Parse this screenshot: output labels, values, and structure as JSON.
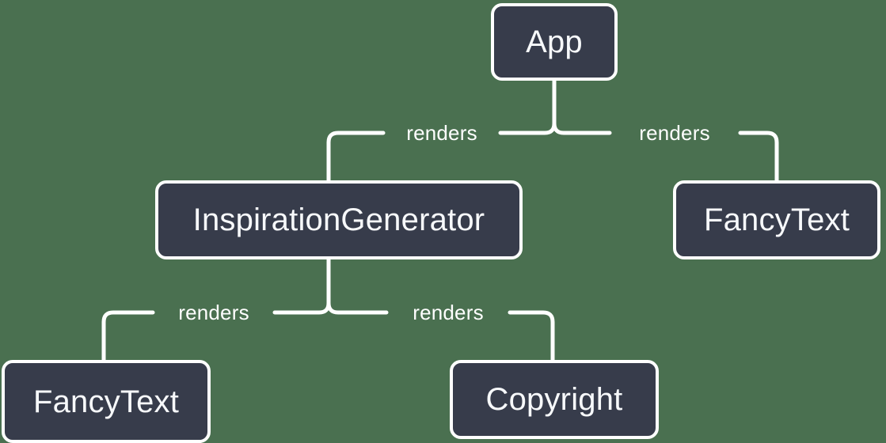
{
  "diagram": {
    "type": "component-tree",
    "background_color": "#4a7050",
    "node_fill_color": "#373c4b",
    "node_border_color": "#ffffff",
    "text_color": "#f7f9fb",
    "edge_color": "#ffffff",
    "nodes": [
      {
        "id": "app",
        "label": "App"
      },
      {
        "id": "inspgen",
        "label": "InspirationGenerator"
      },
      {
        "id": "fancy_right",
        "label": "FancyText"
      },
      {
        "id": "fancy_left",
        "label": "FancyText"
      },
      {
        "id": "copyright",
        "label": "Copyright"
      }
    ],
    "edges": [
      {
        "from": "app",
        "to": "inspgen",
        "label": "renders"
      },
      {
        "from": "app",
        "to": "fancy_right",
        "label": "renders"
      },
      {
        "from": "inspgen",
        "to": "fancy_left",
        "label": "renders"
      },
      {
        "from": "inspgen",
        "to": "copyright",
        "label": "renders"
      }
    ]
  }
}
